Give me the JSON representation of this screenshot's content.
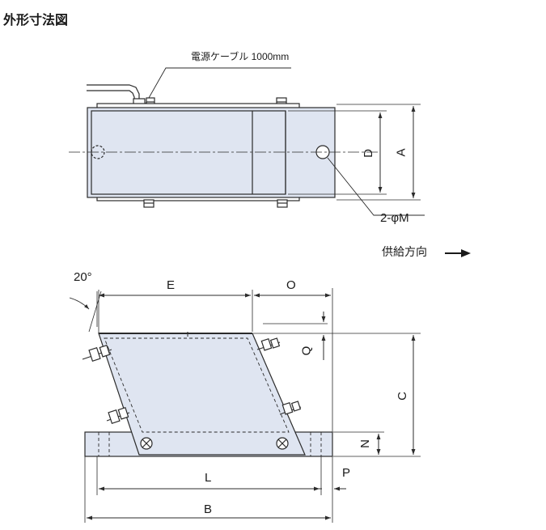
{
  "title": "外形寸法図",
  "cable_label": "電源ケーブル 1000mm",
  "feed_direction": "供給方向",
  "hole_callout": "2-φM",
  "angle_label": "20°",
  "dimensions": {
    "A": "A",
    "D": "D",
    "E": "E",
    "O": "O",
    "Q": "Q",
    "C": "C",
    "N": "N",
    "L": "L",
    "P": "P",
    "B": "B"
  },
  "colors": {
    "body_fill": "#dfe5f1",
    "line": "#2b2b2b",
    "text": "#1a1a1a"
  }
}
